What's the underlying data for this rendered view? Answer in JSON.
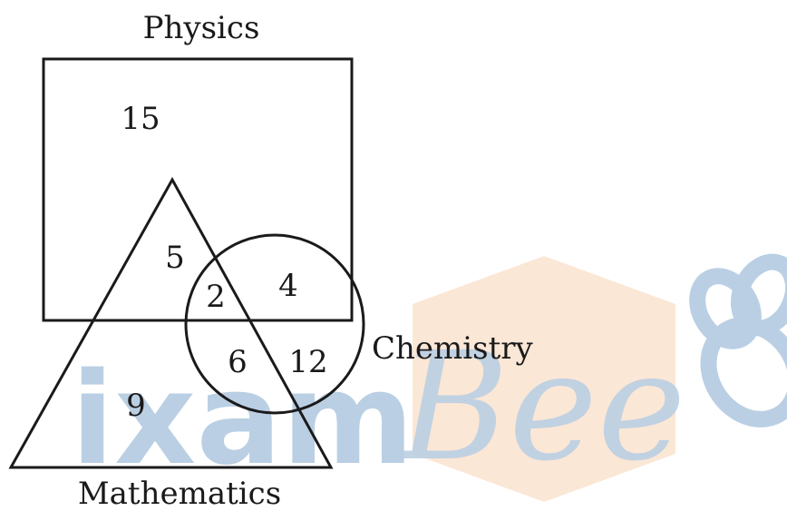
{
  "diagram": {
    "sets": {
      "physics": "Physics",
      "chemistry": "Chemistry",
      "mathematics": "Mathematics"
    },
    "regions": {
      "physics_only": "15",
      "physics_mathematics_only": "5",
      "physics_chemistry_only": "4",
      "all_three": "2",
      "chemistry_mathematics_only": "6",
      "chemistry_only": "12",
      "mathematics_only": "9"
    }
  },
  "watermark": {
    "text_bold": "ixam",
    "text_script": "Bee",
    "colors": {
      "blue": "#aec7df",
      "orange": "#fbe3cf"
    }
  }
}
